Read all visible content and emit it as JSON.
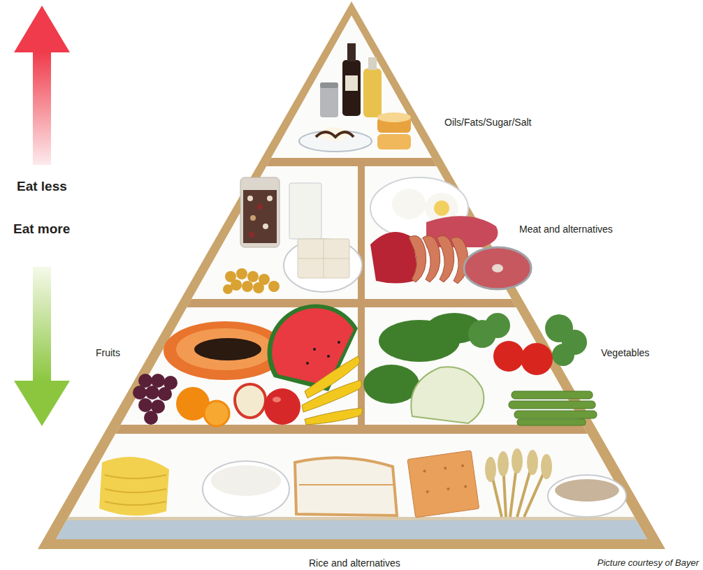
{
  "diagram": {
    "labels": [
      "Eat less",
      "Eat more",
      "Oils/Fats/Sugar/Salt",
      "Meat and alternatives",
      "Fruits",
      "Vegetables",
      "Rice and alternatives",
      "Picture courtesy of Bayer"
    ]
  }
}
